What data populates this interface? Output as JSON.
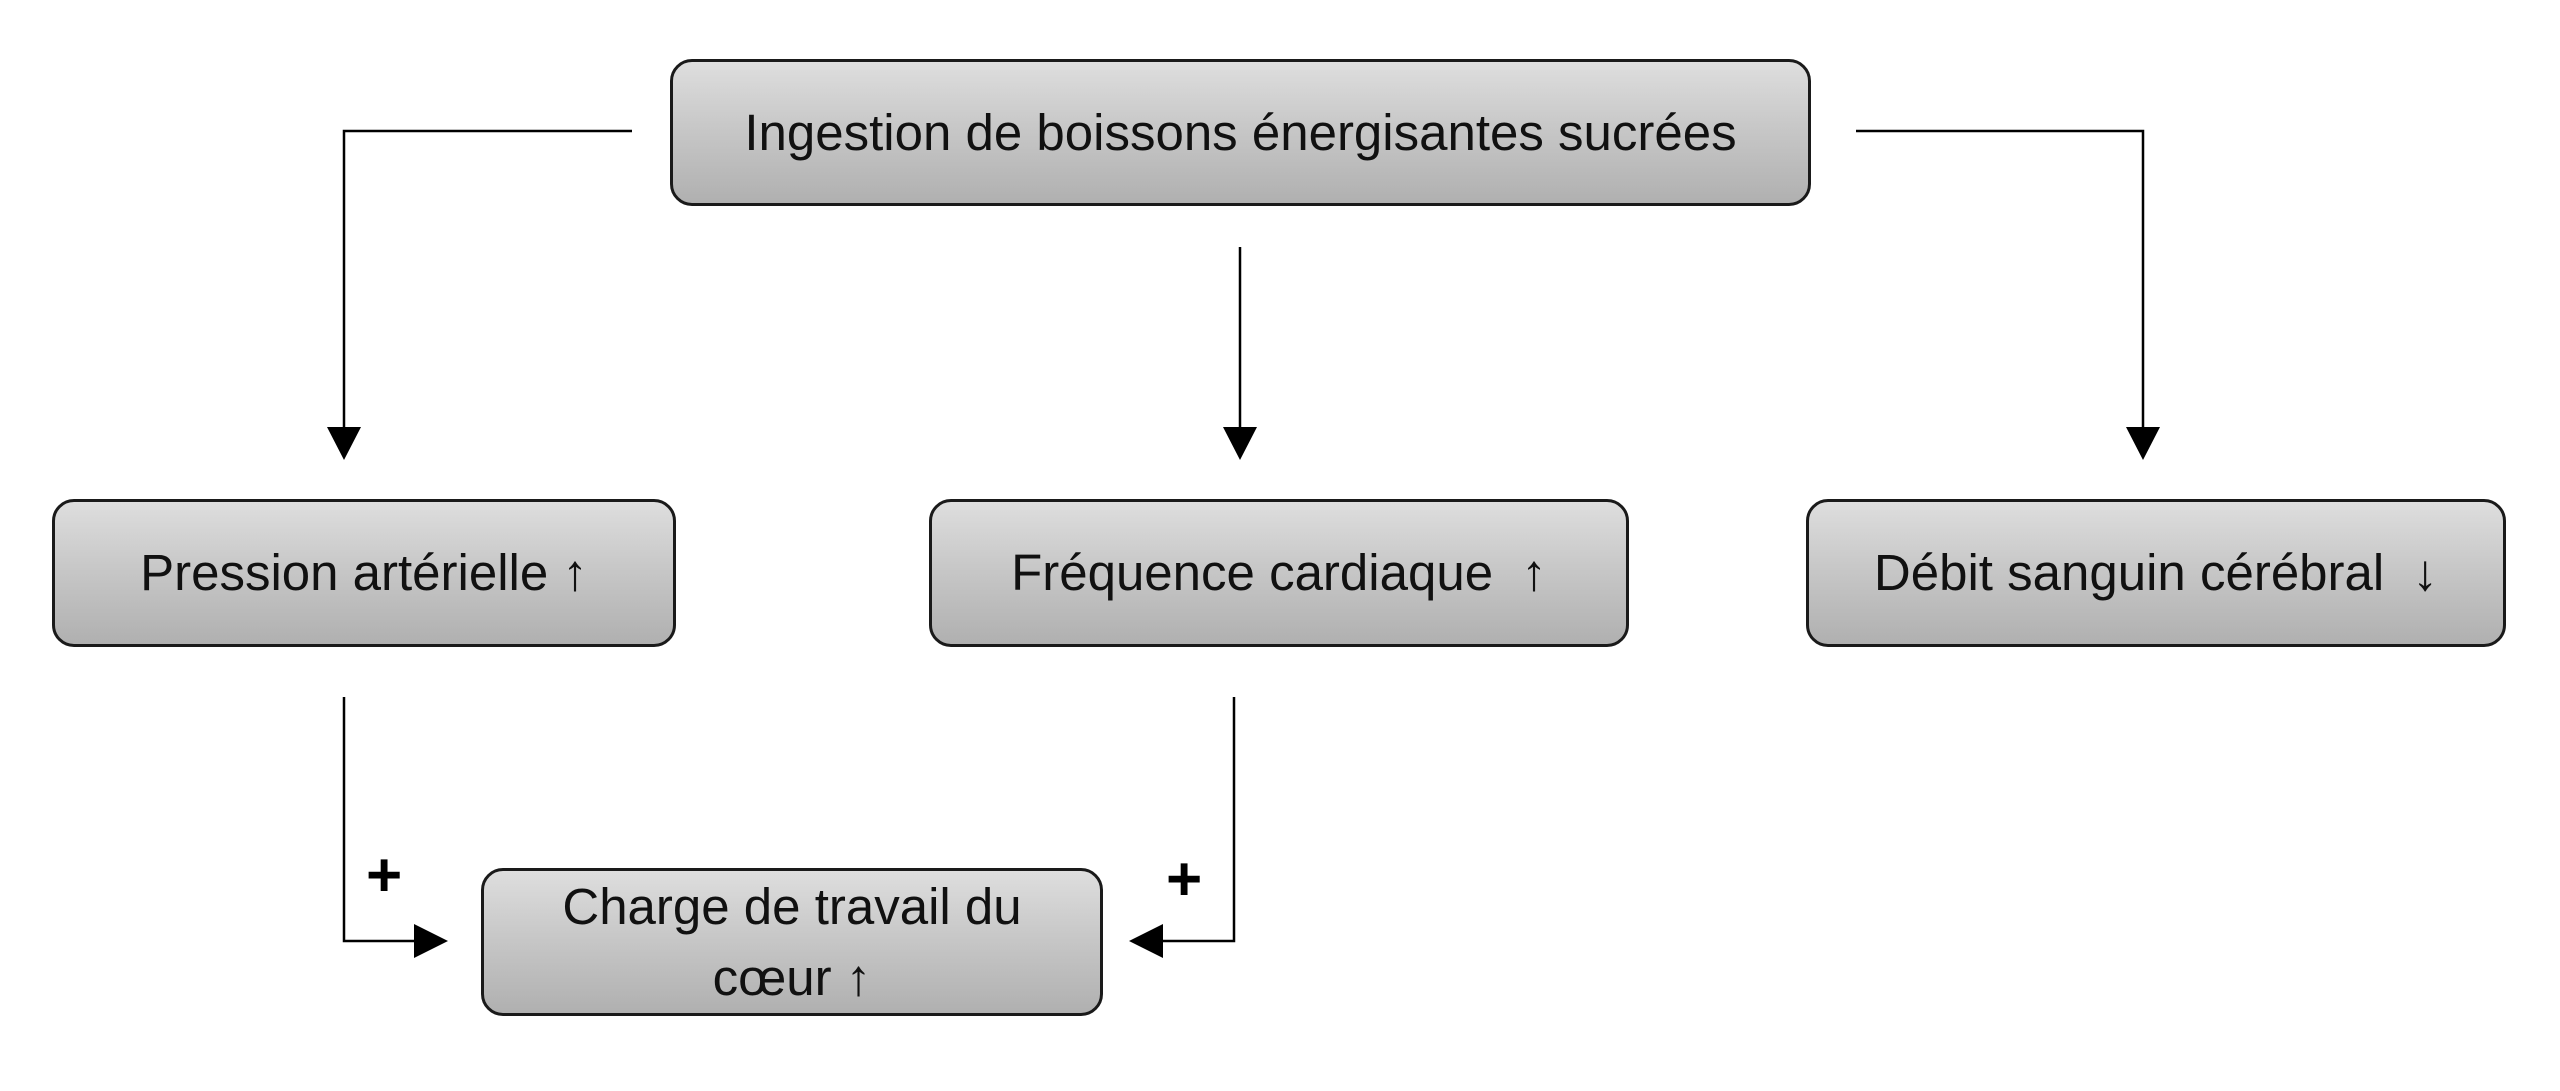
{
  "nodes": {
    "top": "Ingestion de boissons énergisantes sucrées",
    "left": "Pression artérielle ↑",
    "middle": "Fréquence cardiaque  ↑",
    "right": "Débit sanguin cérébral  ↓",
    "bottom": "Charge de travail du\ncœur ↑"
  },
  "edge_labels": {
    "left_to_bottom": "+",
    "middle_to_bottom": "+"
  }
}
